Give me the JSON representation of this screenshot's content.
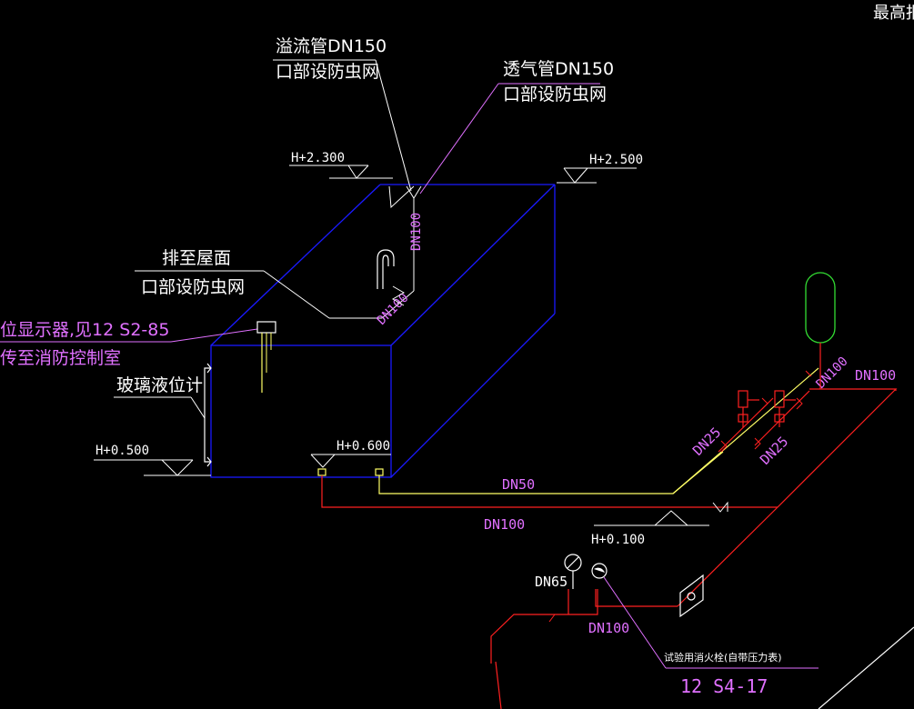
{
  "colors": {
    "background": "#000000",
    "tank": "#1a1aff",
    "leader": "#e070ff",
    "label": "#e070ff",
    "white": "#ffffff",
    "yellow": "#ffff66",
    "red": "#ff2020",
    "green": "#33dd33"
  },
  "labels": {
    "top_right": "最高报",
    "overflow_line1": "溢流管DN150",
    "overflow_line2": "口部设防虫网",
    "vent_line1": "透气管DN150",
    "vent_line2": "口部设防虫网",
    "drain_line1": "排至屋面",
    "drain_line2": "口部设防虫网",
    "indicator_line1": "位显示器,见12 S2-85",
    "indicator_line2": "传至消防控制室",
    "glass_gauge": "玻璃液位计",
    "test_hydrant": "试验用消火栓(自带压力表)",
    "ref": "12 S4-17"
  },
  "levels": {
    "h2300": "H+2.300",
    "h2500": "H+2.500",
    "h0500": "H+0.500",
    "h0600": "H+0.600",
    "h0100": "H+0.100"
  },
  "pipes": {
    "dn100_vert": "DN100",
    "dn100_diag": "DN100",
    "dn100_right": "DN100",
    "dn100_right2": "DN100",
    "dn25_a": "DN25",
    "dn25_b": "DN25",
    "dn50": "DN50",
    "dn100_bottom": "DN100",
    "dn65": "DN65",
    "dn100_low": "DN100"
  }
}
